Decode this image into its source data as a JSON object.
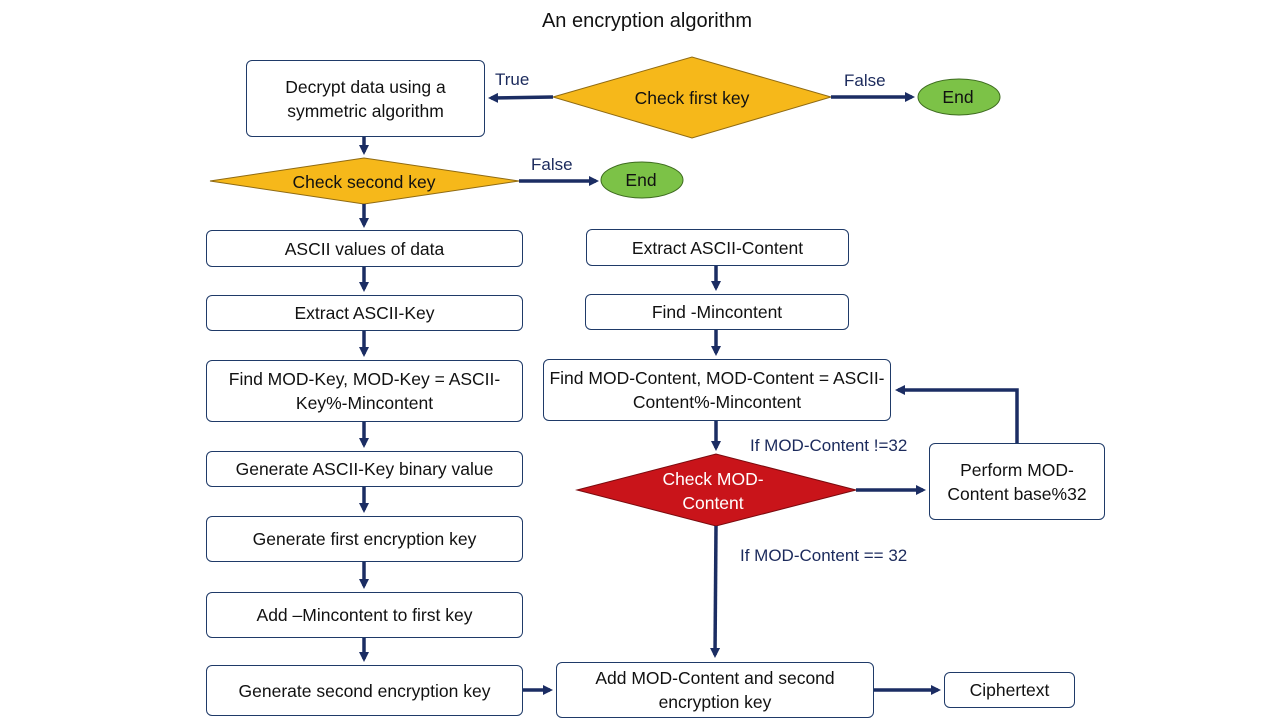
{
  "title": "An encryption algorithm",
  "nodes": {
    "decrypt": "Decrypt data using a symmetric algorithm",
    "check_first_key": "Check first key",
    "end_1": "End",
    "check_second_key": "Check second key",
    "end_2": "End",
    "ascii_values": "ASCII values of data",
    "extract_ascii_key": "Extract ASCII-Key",
    "find_mod_key": "Find MOD-Key, MOD-Key = ASCII-Key%-Mincontent",
    "gen_ascii_key_binary": "Generate ASCII-Key binary value",
    "gen_first_key": "Generate first encryption key",
    "add_mincontent": "Add –Mincontent to first key",
    "gen_second_key": "Generate second encryption key",
    "extract_ascii_content": "Extract ASCII-Content",
    "find_mincontent": "Find -Mincontent",
    "find_mod_content": "Find MOD-Content, MOD-Content = ASCII-Content%-Mincontent",
    "check_mod_content": "Check MOD-Content",
    "perform_mod": "Perform MOD-Content base%32",
    "add_mod_content": "Add MOD-Content and second encryption key",
    "ciphertext": "Ciphertext"
  },
  "edge_labels": {
    "true_1": "True",
    "false_1": "False",
    "false_2": "False",
    "mod_ne_32": "If MOD-Content !=32",
    "mod_eq_32": "If MOD-Content == 32"
  },
  "colors": {
    "decision_yellow": "#f6b81a",
    "decision_red": "#c9141a",
    "terminal_green": "#7cc247",
    "arrow_navy": "#1b2d63"
  }
}
